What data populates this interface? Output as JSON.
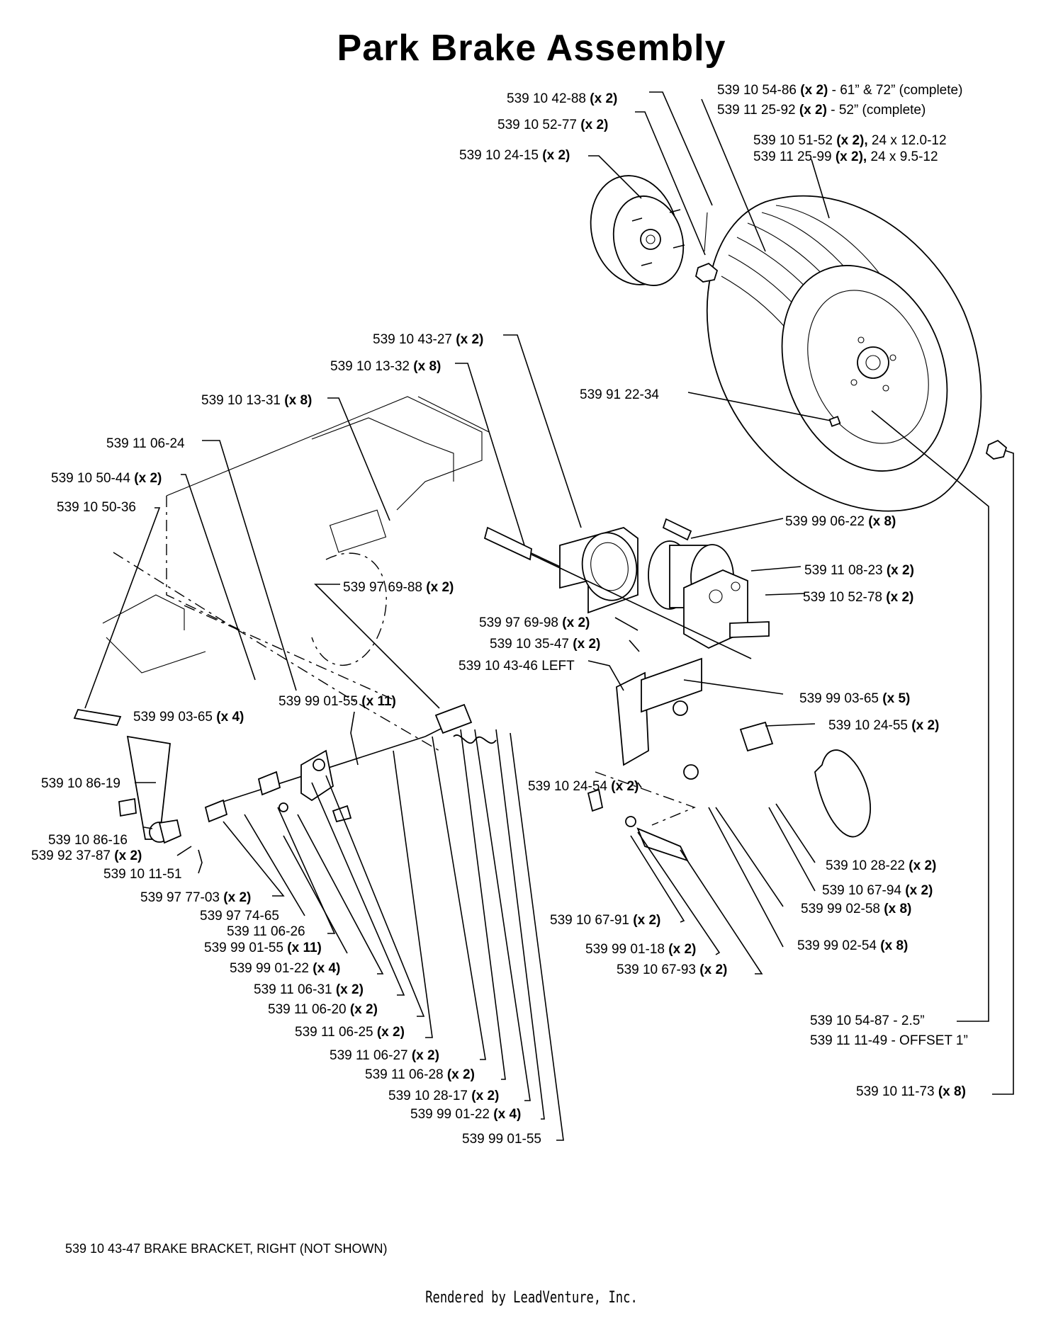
{
  "title": "Park Brake Assembly",
  "footnote": "539 10 43-47 BRAKE BRACKET, RIGHT (NOT SHOWN)",
  "rendered_by": "Rendered by LeadVenture, Inc.",
  "labels": [
    {
      "num": "539 10 54-86",
      "qty": "(x 2)",
      "suffix": " - 61” & 72” (complete)"
    },
    {
      "num": "539 11 25-92",
      "qty": "(x 2)",
      "suffix": " - 52” (complete)"
    },
    {
      "num": "539 10 42-88",
      "qty": "(x 2)",
      "suffix": ""
    },
    {
      "num": "539 10 52-77",
      "qty": "(x 2)",
      "suffix": ""
    },
    {
      "num": "539 10 51-52",
      "qty": "(x 2),",
      "suffix": " 24 x 12.0-12"
    },
    {
      "num": "539 11 25-99",
      "qty": "(x 2),",
      "suffix": " 24 x 9.5-12"
    },
    {
      "num": "539 10 24-15",
      "qty": "(x 2)",
      "suffix": ""
    },
    {
      "num": "539 10 43-27",
      "qty": "(x 2)",
      "suffix": ""
    },
    {
      "num": "539 10 13-32",
      "qty": "(x 8)",
      "suffix": ""
    },
    {
      "num": "539 91 22-34",
      "qty": "",
      "suffix": ""
    },
    {
      "num": "539 10 13-31",
      "qty": "(x 8)",
      "suffix": ""
    },
    {
      "num": "539 11 06-24",
      "qty": "",
      "suffix": ""
    },
    {
      "num": "539 10 50-44",
      "qty": "(x 2)",
      "suffix": ""
    },
    {
      "num": "539 10 50-36",
      "qty": "",
      "suffix": ""
    },
    {
      "num": "539 99 06-22",
      "qty": "(x 8)",
      "suffix": ""
    },
    {
      "num": "539 11 08-23",
      "qty": "(x 2)",
      "suffix": ""
    },
    {
      "num": "539 10 52-78",
      "qty": "(x 2)",
      "suffix": ""
    },
    {
      "num": "539 97 69-88",
      "qty": "(x 2)",
      "suffix": ""
    },
    {
      "num": "539 97 69-98",
      "qty": "(x 2)",
      "suffix": ""
    },
    {
      "num": "539 10 35-47",
      "qty": "(x 2)",
      "suffix": ""
    },
    {
      "num": "539 10 43-46 LEFT",
      "qty": "",
      "suffix": ""
    },
    {
      "num": "539 99 03-65",
      "qty": "(x 5)",
      "suffix": ""
    },
    {
      "num": "539 99 01-55",
      "qty": "(x 11)",
      "suffix": ""
    },
    {
      "num": "539 99 03-65",
      "qty": "(x 4)",
      "suffix": ""
    },
    {
      "num": "539 10 24-55",
      "qty": "(x 2)",
      "suffix": ""
    },
    {
      "num": "539 10 24-54",
      "qty": "(x 2)",
      "suffix": ""
    },
    {
      "num": "539 10 86-19",
      "qty": "",
      "suffix": ""
    },
    {
      "num": "539 10 86-16",
      "qty": "",
      "suffix": ""
    },
    {
      "num": "539 92 37-87",
      "qty": "(x 2)",
      "suffix": ""
    },
    {
      "num": "539 10 11-51",
      "qty": "",
      "suffix": ""
    },
    {
      "num": "539 10 28-22",
      "qty": "(x 2)",
      "suffix": ""
    },
    {
      "num": "539 10 67-94",
      "qty": "(x 2)",
      "suffix": ""
    },
    {
      "num": "539 99 02-58",
      "qty": "(x 8)",
      "suffix": ""
    },
    {
      "num": "539 97 77-03",
      "qty": "(x 2)",
      "suffix": ""
    },
    {
      "num": "539 97 74-65",
      "qty": "",
      "suffix": ""
    },
    {
      "num": "539 11 06-26",
      "qty": "",
      "suffix": ""
    },
    {
      "num": "539 99 01-55",
      "qty": "(x 11)",
      "suffix": ""
    },
    {
      "num": "539 10 67-91",
      "qty": "(x 2)",
      "suffix": ""
    },
    {
      "num": "539 99 01-18",
      "qty": "(x 2)",
      "suffix": ""
    },
    {
      "num": "539 99 02-54",
      "qty": "(x 8)",
      "suffix": ""
    },
    {
      "num": "539 99 01-22",
      "qty": "(x 4)",
      "suffix": ""
    },
    {
      "num": "539 10 67-93",
      "qty": "(x 2)",
      "suffix": ""
    },
    {
      "num": "539 11 06-31",
      "qty": "(x 2)",
      "suffix": ""
    },
    {
      "num": "539 11 06-20",
      "qty": "(x 2)",
      "suffix": ""
    },
    {
      "num": "539 10 54-87 - 2.5”",
      "qty": "",
      "suffix": ""
    },
    {
      "num": "539 11 11-49 - OFFSET 1”",
      "qty": "",
      "suffix": ""
    },
    {
      "num": "539 11 06-25",
      "qty": "(x 2)",
      "suffix": ""
    },
    {
      "num": "539 11 06-27",
      "qty": "(x 2)",
      "suffix": ""
    },
    {
      "num": "539 11 06-28",
      "qty": "(x 2)",
      "suffix": ""
    },
    {
      "num": "539 10 28-17",
      "qty": "(x 2)",
      "suffix": ""
    },
    {
      "num": "539 10 11-73",
      "qty": "(x 8)",
      "suffix": ""
    },
    {
      "num": "539 99 01-22",
      "qty": "(x 4)",
      "suffix": ""
    },
    {
      "num": "539 99 01-55",
      "qty": "",
      "suffix": ""
    }
  ]
}
